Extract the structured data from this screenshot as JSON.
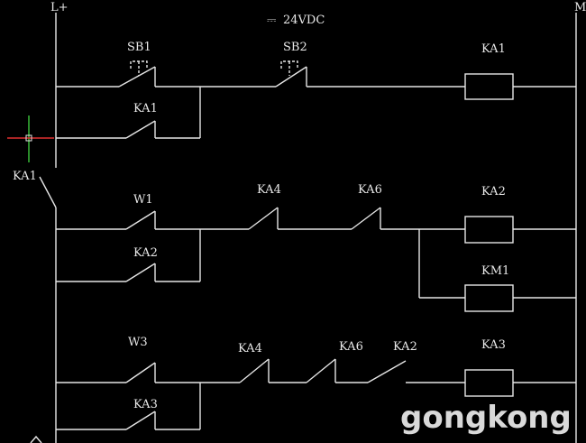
{
  "rails": {
    "left_label": "L+",
    "right_label": "M"
  },
  "supply": {
    "symbol": "⎓",
    "label": "24VDC"
  },
  "rungs": [
    {
      "contacts": [
        "SB1",
        "SB2"
      ],
      "branch_contact": "KA1",
      "coil": "KA1"
    },
    {
      "contacts": [
        "W1",
        "KA4",
        "KA6"
      ],
      "branch_contact": "KA2",
      "coils": [
        "KA2",
        "KM1"
      ]
    },
    {
      "contacts": [
        "W3",
        "KA4",
        "KA6",
        "KA2"
      ],
      "branch_contact": "KA3",
      "coil": "KA3"
    }
  ],
  "rail_contact": "KA1",
  "watermark": "gongkong"
}
